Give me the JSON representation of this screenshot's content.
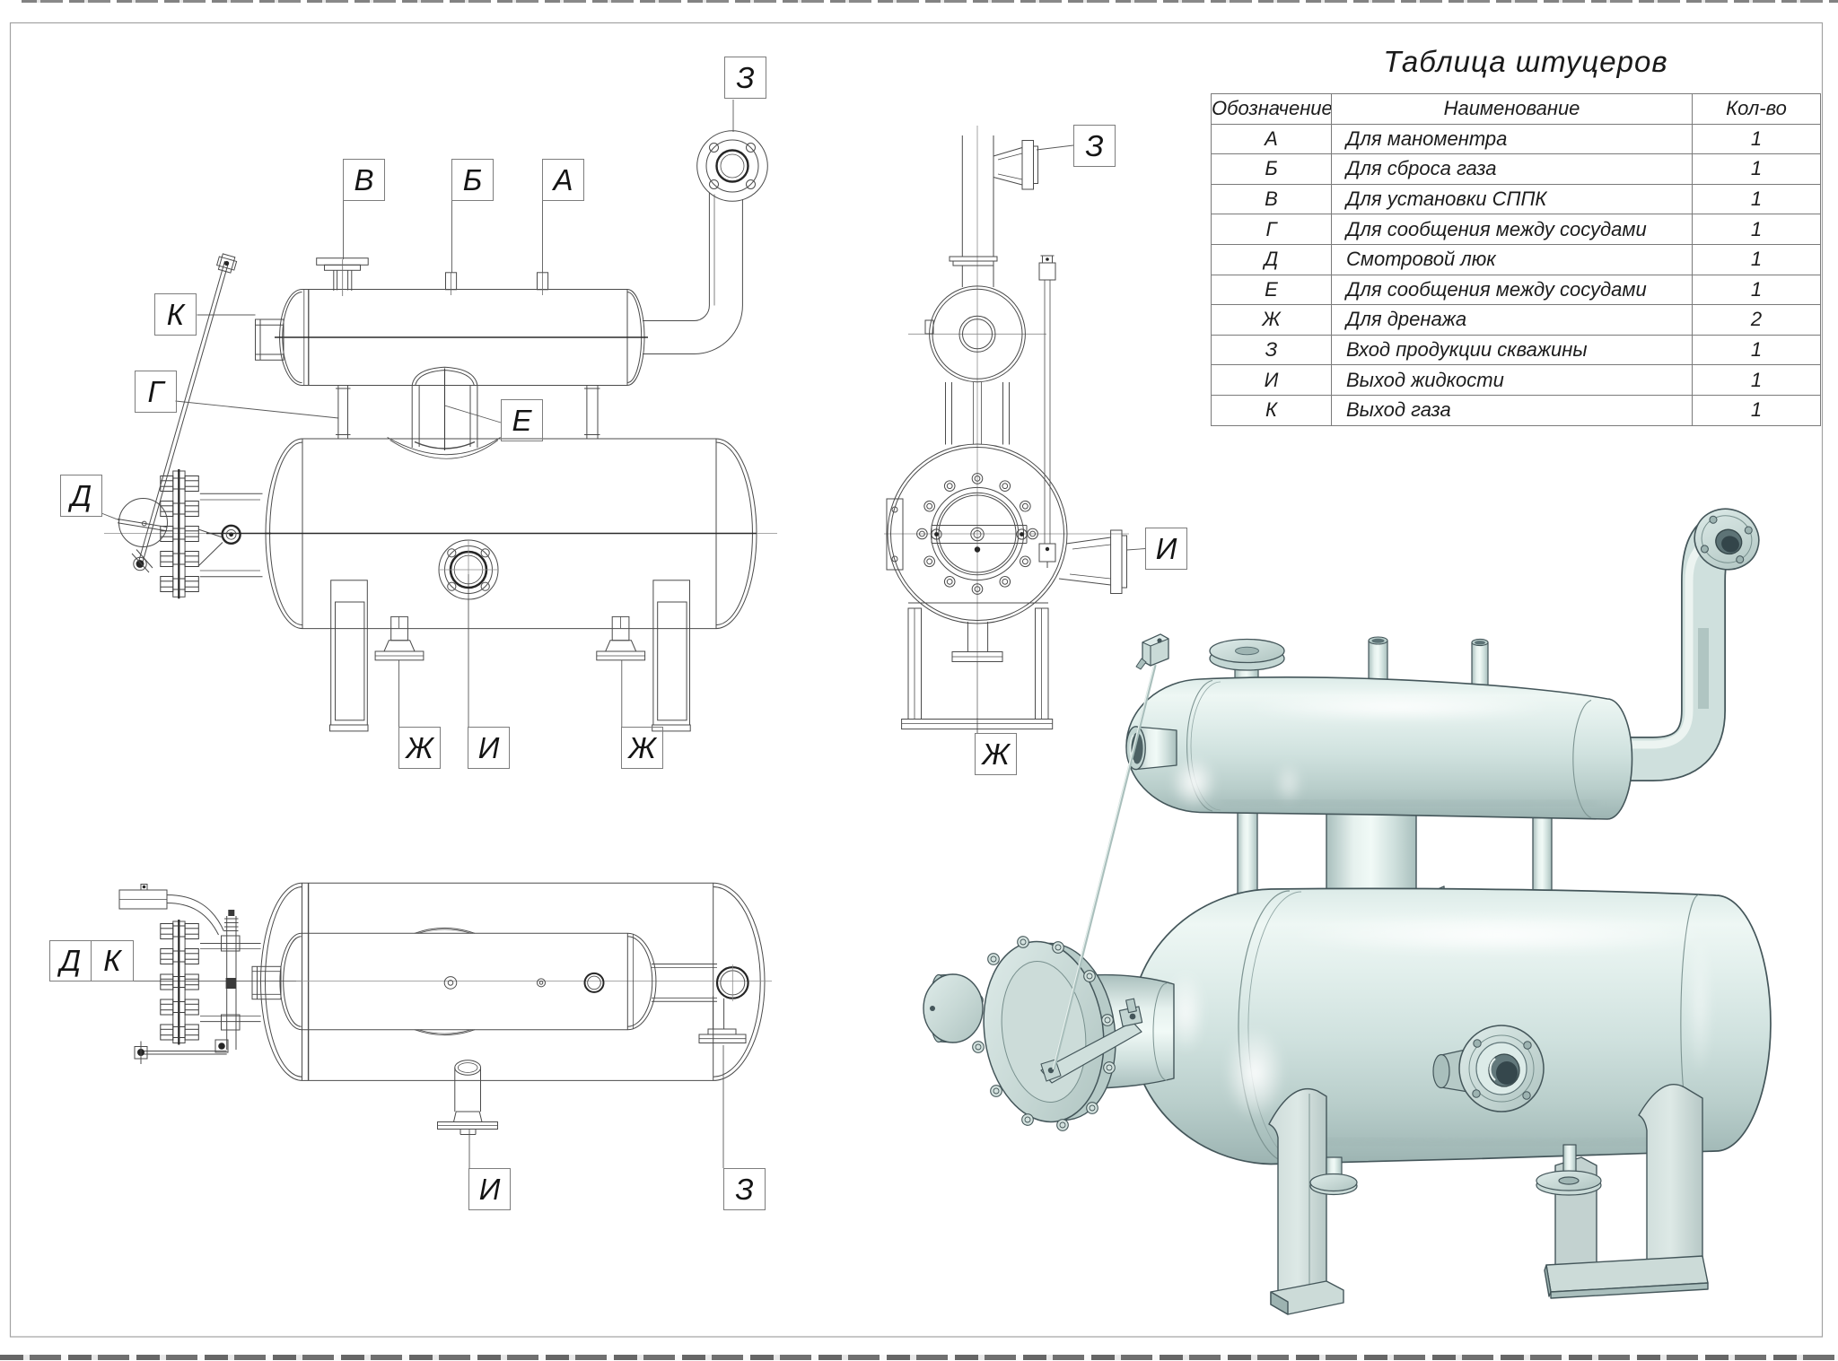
{
  "title": "Таблица штуцеров",
  "table": {
    "headers": [
      "Обозначение",
      "Наименование",
      "Кол-во"
    ],
    "rows": [
      [
        "А",
        "Для маноментра",
        "1"
      ],
      [
        "Б",
        "Для сброса газа",
        "1"
      ],
      [
        "В",
        "Для установки СППК",
        "1"
      ],
      [
        "Г",
        "Для сообщения между сосудами",
        "1"
      ],
      [
        "Д",
        "Смотровой люк",
        "1"
      ],
      [
        "Е",
        "Для сообщения между сосудами",
        "1"
      ],
      [
        "Ж",
        "Для дренажа",
        "2"
      ],
      [
        "З",
        "Вход продукции скважины",
        "1"
      ],
      [
        "И",
        "Выход жидкости",
        "1"
      ],
      [
        "К",
        "Выход газа",
        "1"
      ]
    ]
  },
  "callouts": {
    "side": {
      "z": "З",
      "v": "В",
      "b": "Б",
      "a": "А",
      "k": "К",
      "g": "Г",
      "e": "Е",
      "d": "Д",
      "zh1": "Ж",
      "i": "И",
      "zh2": "Ж"
    },
    "end": {
      "z": "З",
      "i": "И",
      "zh": "Ж"
    },
    "top": {
      "d": "Д",
      "k": "К",
      "i": "И",
      "z": "З"
    }
  }
}
